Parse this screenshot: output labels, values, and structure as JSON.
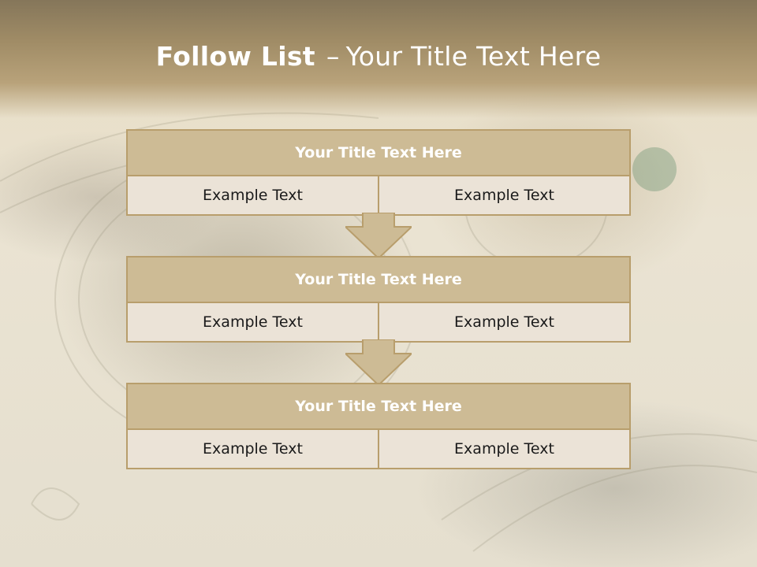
{
  "slide": {
    "title_bold": "Follow List",
    "title_separator": "–",
    "title_rest": "Your Title Text Here"
  },
  "blocks": [
    {
      "title": "Your Title Text Here",
      "left": "Example Text",
      "right": "Example Text"
    },
    {
      "title": "Your Title Text Here",
      "left": "Example Text",
      "right": "Example Text"
    },
    {
      "title": "Your Title Text Here",
      "left": "Example Text",
      "right": "Example Text"
    }
  ],
  "colors": {
    "header_top": "#85765a",
    "block_header": "#cdbb95",
    "block_border": "#b89e6c",
    "cell_bg": "#ebe3d7"
  }
}
